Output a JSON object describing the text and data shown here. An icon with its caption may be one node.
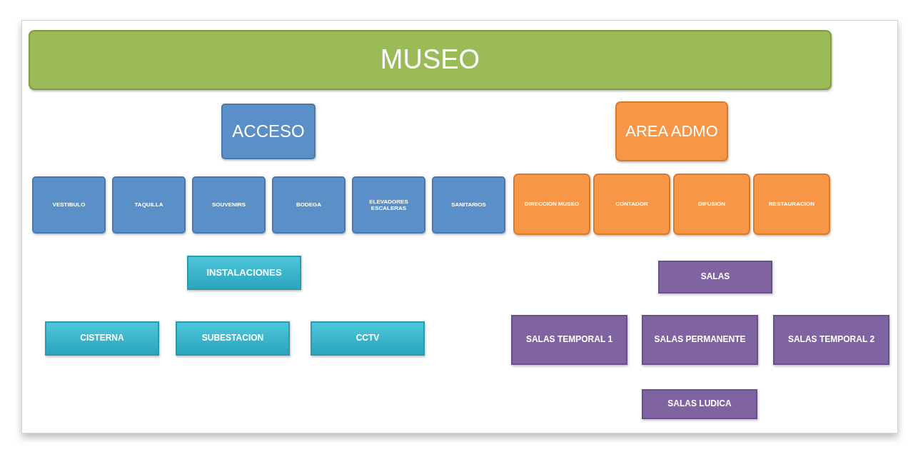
{
  "diagram": {
    "nodes": [
      {
        "text": [
          "MUSEO"
        ]
      },
      {
        "text": [
          "ACCESO"
        ]
      },
      {
        "text": [
          "AREA ADMO"
        ]
      },
      {
        "text": [
          "VESTIBULO"
        ]
      },
      {
        "text": [
          "TAQUILLA"
        ]
      },
      {
        "text": [
          "SOUVENIRS"
        ]
      },
      {
        "text": [
          "BODEGA"
        ]
      },
      {
        "text": [
          "ELEVADORES ESCALERAS"
        ]
      },
      {
        "text": [
          "SANITARIOS"
        ]
      },
      {
        "text": [
          "DIRECCION MUSEO"
        ]
      },
      {
        "text": [
          "CONTADOR"
        ]
      },
      {
        "text": [
          "DIFUSION"
        ]
      },
      {
        "text": [
          "RESTAURACION"
        ]
      },
      {
        "text": [
          "INSTALACIONES"
        ]
      },
      {
        "text": [
          "SALAS"
        ]
      },
      {
        "text": [
          "CISTERNA"
        ]
      },
      {
        "text": [
          "SUBESTACION"
        ]
      },
      {
        "text": [
          "CCTV"
        ]
      },
      {
        "text": [
          "SALAS TEMPORAL 1"
        ]
      },
      {
        "text": [
          "SALAS PERMANENTE"
        ]
      },
      {
        "text": [
          "SALAS TEMPORAL 2"
        ]
      },
      {
        "text": [
          "SALAS LUDICA"
        ]
      }
    ]
  }
}
